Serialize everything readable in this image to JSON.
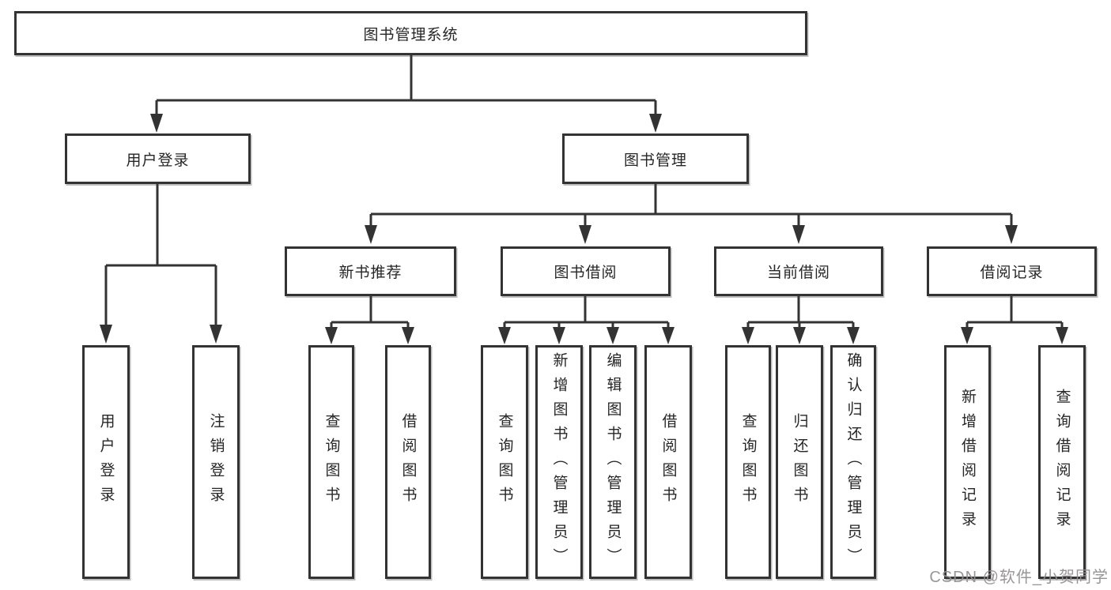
{
  "diagram": {
    "root": {
      "label": "图书管理系统"
    },
    "branches": [
      {
        "label": "用户登录",
        "children": [
          {
            "label": "用户登录"
          },
          {
            "label": "注销登录"
          }
        ]
      },
      {
        "label": "图书管理",
        "children": [
          {
            "label": "新书推荐",
            "children": [
              {
                "label": "查询图书"
              },
              {
                "label": "借阅图书"
              }
            ]
          },
          {
            "label": "图书借阅",
            "children": [
              {
                "label": "查询图书"
              },
              {
                "label": "新增图书（管理员）"
              },
              {
                "label": "编辑图书（管理员）"
              },
              {
                "label": "借阅图书"
              }
            ]
          },
          {
            "label": "当前借阅",
            "children": [
              {
                "label": "查询图书"
              },
              {
                "label": "归还图书"
              },
              {
                "label": "确认归还（管理员）"
              }
            ]
          },
          {
            "label": "借阅记录",
            "children": [
              {
                "label": "新增借阅记录"
              },
              {
                "label": "查询借阅记录"
              }
            ]
          }
        ]
      }
    ],
    "watermark": "CSDN @软件_小贺同学",
    "colors": {
      "line": "#333333",
      "text": "#262626",
      "box_fill": "#ffffff",
      "watermark": "#949092",
      "background": "#ffffff"
    }
  }
}
